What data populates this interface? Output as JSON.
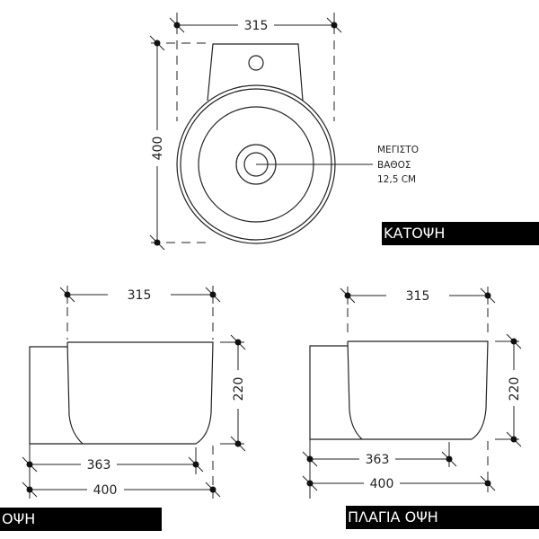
{
  "plan_view": {
    "label": "ΚΑΤΟΨΗ",
    "width_dim": "315",
    "depth_dim": "400",
    "note": [
      "ΜΕΓΙΣΤΟ",
      "ΒΑΘΟΣ",
      "12,5 CM"
    ]
  },
  "front_view": {
    "label": "ΟΨΗ",
    "top_dim": "315",
    "height_dim": "220",
    "bottom_dim_inner": "363",
    "bottom_dim_outer": "400"
  },
  "side_view": {
    "label": "ΠΛΑΓΙΑ ΟΨΗ",
    "top_dim": "315",
    "height_dim": "220",
    "bottom_dim_inner": "363",
    "bottom_dim_outer": "400"
  }
}
